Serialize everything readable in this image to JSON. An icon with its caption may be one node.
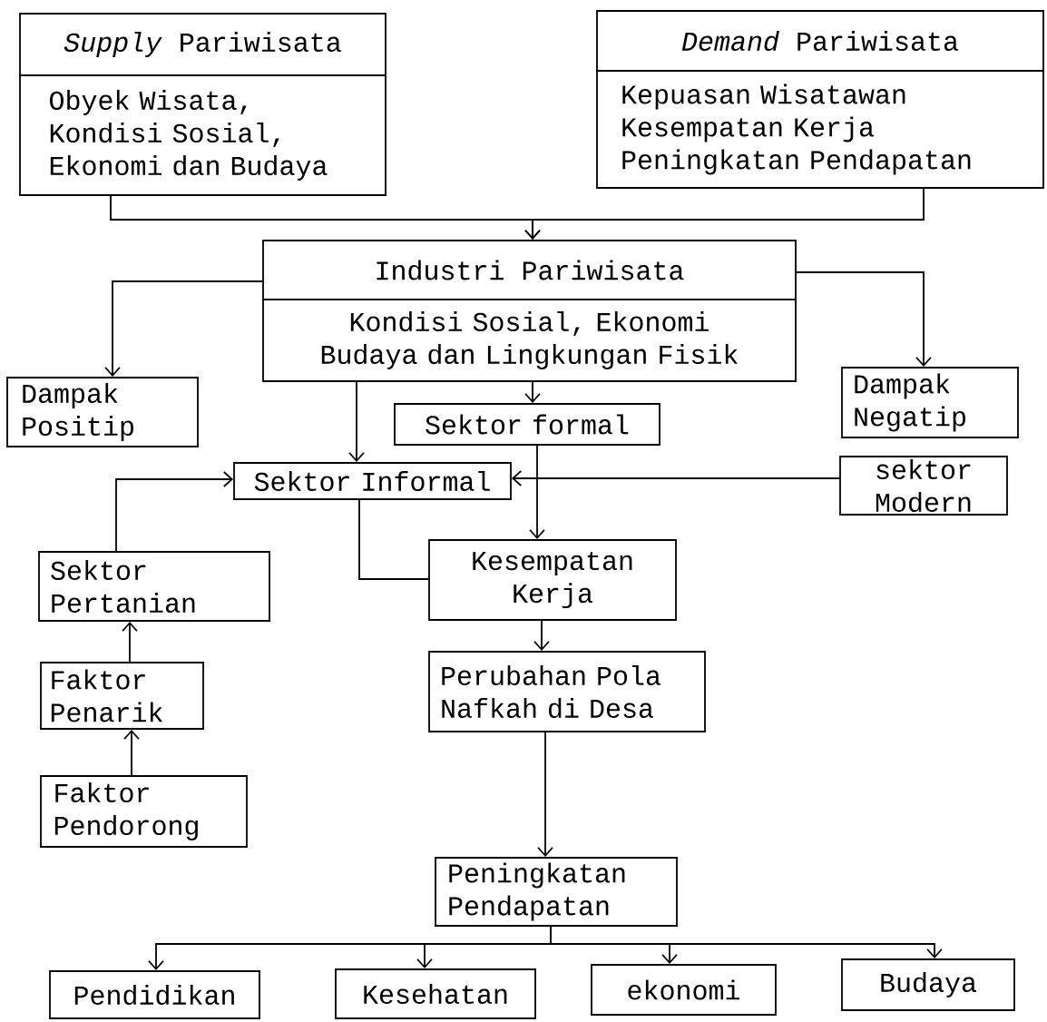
{
  "diagram": {
    "nodes": [
      {
        "text": [
          "*Supply* Pariwisata",
          "Obyek Wisata, Kondisi Sosial, Ekonomi dan Budaya"
        ]
      },
      {
        "text": [
          "*Demand* Pariwisata",
          "Kepuasan Wisatawan Kesempatan Kerja Peningkatan Pendapatan"
        ]
      },
      {
        "text": [
          "Industri Pariwisata",
          "Kondisi Sosial, Ekonomi Budaya dan Lingkungan Fisik"
        ]
      },
      {
        "text": [
          "Dampak Positip"
        ]
      },
      {
        "text": [
          "Dampak Negatip"
        ]
      },
      {
        "text": [
          "Sektor formal"
        ]
      },
      {
        "text": [
          "Sektor Informal"
        ]
      },
      {
        "text": [
          "sektor Modern"
        ]
      },
      {
        "text": [
          "Sektor Pertanian"
        ]
      },
      {
        "text": [
          "Kesempatan Kerja"
        ]
      },
      {
        "text": [
          "Faktor Penarik"
        ]
      },
      {
        "text": [
          "Faktor Pendorong"
        ]
      },
      {
        "text": [
          "Perubahan Pola Nafkah di Desa"
        ]
      },
      {
        "text": [
          "Peningkatan Pendapatan"
        ]
      },
      {
        "text": [
          "Pendidikan"
        ]
      },
      {
        "text": [
          "Kesehatan"
        ]
      },
      {
        "text": [
          "ekonomi"
        ]
      },
      {
        "text": [
          "Budaya"
        ]
      }
    ],
    "edges": [
      {
        "from": 0,
        "to": 2,
        "arrow": "to"
      },
      {
        "from": 1,
        "to": 2,
        "arrow": "to"
      },
      {
        "from": 2,
        "to": 3,
        "arrow": "to"
      },
      {
        "from": 2,
        "to": 4,
        "arrow": "to"
      },
      {
        "from": 2,
        "to": 5,
        "arrow": "to"
      },
      {
        "from": 2,
        "to": 6,
        "arrow": "to"
      },
      {
        "from": 7,
        "to": 6,
        "arrow": "to"
      },
      {
        "from": 5,
        "to": 9,
        "arrow": "to"
      },
      {
        "from": 8,
        "to": 6,
        "arrow": "to"
      },
      {
        "from": 6,
        "to": 9,
        "arrow": "none"
      },
      {
        "from": 9,
        "to": 12,
        "arrow": "to"
      },
      {
        "from": 10,
        "to": 8,
        "arrow": "to"
      },
      {
        "from": 11,
        "to": 10,
        "arrow": "to"
      },
      {
        "from": 12,
        "to": 13,
        "arrow": "to"
      },
      {
        "from": 13,
        "to": 14,
        "arrow": "to"
      },
      {
        "from": 13,
        "to": 15,
        "arrow": "to"
      },
      {
        "from": 13,
        "to": 16,
        "arrow": "to"
      },
      {
        "from": 13,
        "to": 17,
        "arrow": "to"
      }
    ]
  }
}
